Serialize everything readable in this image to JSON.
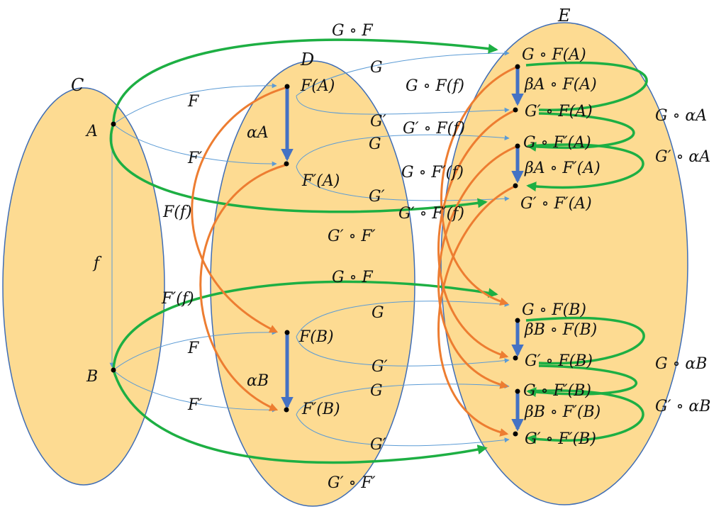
{
  "diagram": {
    "colors": {
      "set_fill": "#FDDB92",
      "set_stroke": "#3F6DB5",
      "thin_arrow": "#5B9BD5",
      "green_arrow": "#1DAF43",
      "orange_arrow": "#ED7D31",
      "nat_arrow": "#4472C4"
    },
    "sets": {
      "C": "C",
      "D": "D",
      "E": "E"
    },
    "objects": {
      "A": "A",
      "B": "B",
      "f": "f",
      "FA": "F(A)",
      "F2A": "F′(A)",
      "FB": "F(B)",
      "F2B": "F′(B)",
      "GFA": "G ∘ F(A)",
      "G2FA": "G′ ∘ F(A)",
      "GF2A": "G ∘ F′(A)",
      "G2F2A": "G′ ∘ F′(A)",
      "GFB": "G ∘ F(B)",
      "G2FB": "G′ ∘ F(B)",
      "GF2B": "G ∘ F′(B)",
      "G2F2B": "G′ ∘ F′(B)"
    },
    "functors": {
      "F_top": "F",
      "F2_top": "F′",
      "F_bot": "F",
      "F2_bot": "F′",
      "G_1": "G",
      "G2_1": "G′",
      "G_2": "G",
      "G2_2": "G′",
      "G_3": "G",
      "G2_3": "G′",
      "G_4": "G",
      "G2_4": "G′",
      "GF_top": "G ∘ F",
      "G2F2_top": "G′ ∘ F′",
      "GF_bot": "G ∘ F",
      "G2F2_bot": "G′ ∘ F′"
    },
    "morphisms": {
      "Ff": "F(f)",
      "F2f": "F′(f)",
      "GFf": "G ∘ F(f)",
      "G2Ff": "G′ ∘ F(f)",
      "GF2f": "G ∘ F′(f)",
      "G2F2f": "G′ ∘ F′(f)"
    },
    "nat": {
      "alphaA": "αA",
      "alphaB": "αB",
      "betaFA": "βA ∘ F(A)",
      "betaF2A": "βA ∘ F′(A)",
      "betaFB": "βB ∘ F(B)",
      "betaF2B": "βB ∘ F′(B)",
      "GalphaA": "G ∘ αA",
      "G2alphaA": "G′ ∘ αA",
      "GalphaB": "G ∘ αB",
      "G2alphaB": "G′ ∘ αB"
    }
  }
}
